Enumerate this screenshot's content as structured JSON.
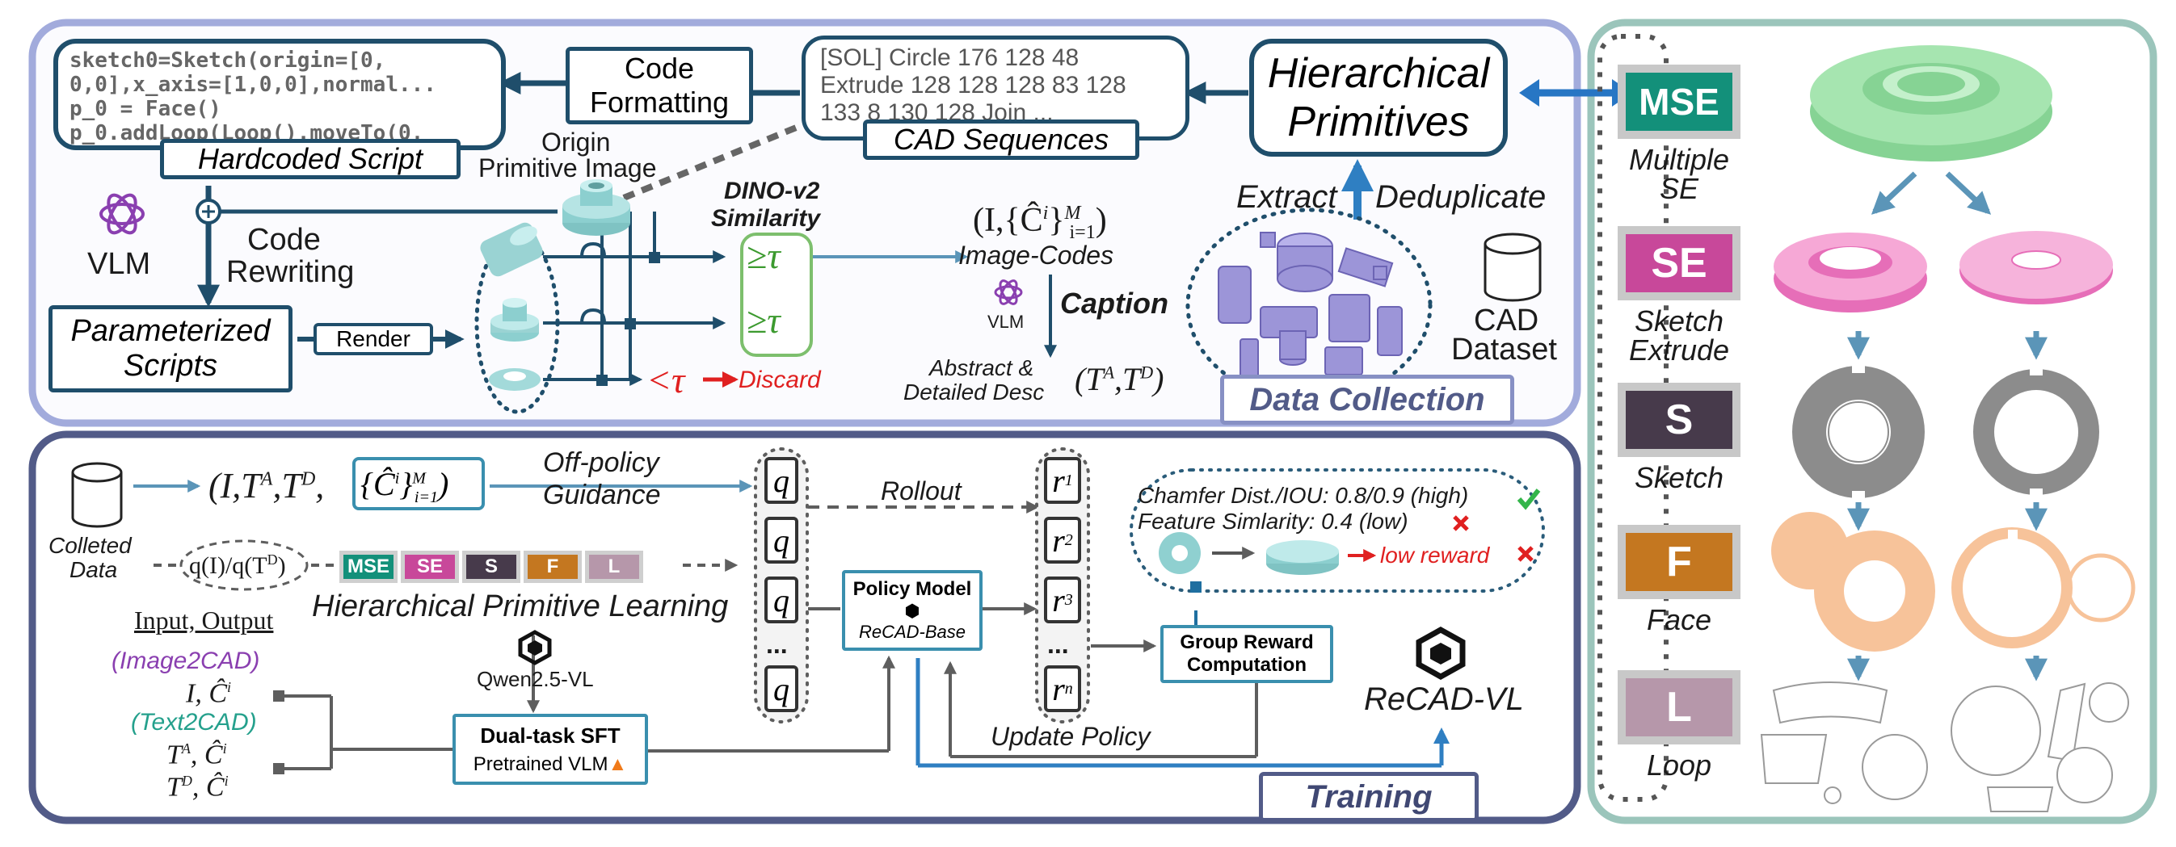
{
  "panels": {
    "data_collection": "Data Collection",
    "training": "Training"
  },
  "script": {
    "code_lines": [
      "sketch0=Sketch(origin=[0,",
      "0,0],x_axis=[1,0,0],normal...",
      "p_0 = Face()",
      "p_0.addLoop(Loop().moveTo(0,"
    ],
    "label": "Hardcoded Script"
  },
  "formatting": {
    "line1": "Code",
    "line2": "Formatting"
  },
  "sequence": {
    "lines": [
      "[SOL] Circle 176 128 48",
      "Extrude 128 128 128 83 128",
      "133 8 130 128 Join ..."
    ],
    "label": "CAD Sequences"
  },
  "hierarchical": {
    "line1": "Hierarchical",
    "line2": "Primitives"
  },
  "origin_image": {
    "line1": "Origin",
    "line2": "Primitive Image"
  },
  "vlm": "VLM",
  "rewriting": {
    "line1": "Code",
    "line2": "Rewriting"
  },
  "parameterized": {
    "line1": "Parameterized",
    "line2": "Scripts"
  },
  "render": "Render",
  "dino": {
    "line1": "DINO-v2",
    "line2": "Similarity"
  },
  "threshold": {
    "ge": "≥τ",
    "lt": "<τ",
    "discard": "Discard"
  },
  "image_codes": {
    "formula": "(I,{Ĉ",
    "sup": "M",
    "sub": "i=1",
    "label": "Image-Codes"
  },
  "caption": {
    "vlm": "VLM",
    "label": "Caption"
  },
  "desc": {
    "line1": "Abstract &",
    "line2": "Detailed Desc",
    "formula": "(T^A, T^D)"
  },
  "extract": "Extract",
  "deduplicate": "Deduplicate",
  "dataset": {
    "line1": "CAD",
    "line2": "Dataset"
  },
  "training": {
    "collected": {
      "line1": "Colleted",
      "line2": "Data"
    },
    "tuple": "(I,T^A,T^D,{Ĉ^i}^M_i=1)",
    "offpolicy": {
      "line1": "Off-policy",
      "line2": "Guidance"
    },
    "q_expr": "q(I)/q(T^D)",
    "hpl": "Hierarchical Primitive Learning",
    "io_header": "Input, Output",
    "image2cad": "(Image2CAD)",
    "text2cad": "(Text2CAD)",
    "pair1": "I,  Ĉi",
    "pair2": "TA,  Ĉi",
    "pair3": "TD,  Ĉi",
    "qwen": "Qwen2.5-VL",
    "sft": {
      "line1": "Dual-task SFT",
      "line2": "Pretrained VLM"
    },
    "rollout": "Rollout",
    "policy": {
      "line1": "Policy Model",
      "line2": "ReCAD-Base"
    },
    "q_labels": [
      "q",
      "q",
      "q",
      "...",
      "q"
    ],
    "r_labels": [
      "r1",
      "r2",
      "r3",
      "...",
      "rn"
    ],
    "chamfer": "Chamfer Dist./IOU: 0.8/0.9 (high)",
    "feature": "Feature Simlarity: 0.4 (low)",
    "low_reward": "low reward",
    "group": {
      "line1": "Group Reward",
      "line2": "Computation"
    },
    "update": "Update Policy",
    "recad": "ReCAD-VL"
  },
  "primitive_tags": [
    {
      "abbr": "MSE",
      "color": "#13907a"
    },
    {
      "abbr": "SE",
      "color": "#c8489a"
    },
    {
      "abbr": "S",
      "color": "#473a4b"
    },
    {
      "abbr": "F",
      "color": "#c47720"
    },
    {
      "abbr": "L",
      "color": "#b697aa"
    }
  ],
  "hierarchy": [
    {
      "abbr": "MSE",
      "label1": "Multiple",
      "label2": "SE",
      "color": "#13907a"
    },
    {
      "abbr": "SE",
      "label1": "Sketch",
      "label2": "Extrude",
      "color": "#c8489a"
    },
    {
      "abbr": "S",
      "label1": "Sketch",
      "label2": "",
      "color": "#473a4b"
    },
    {
      "abbr": "F",
      "label1": "Face",
      "label2": "",
      "color": "#c47720"
    },
    {
      "abbr": "L",
      "label1": "Loop",
      "label2": "",
      "color": "#b697aa"
    }
  ]
}
